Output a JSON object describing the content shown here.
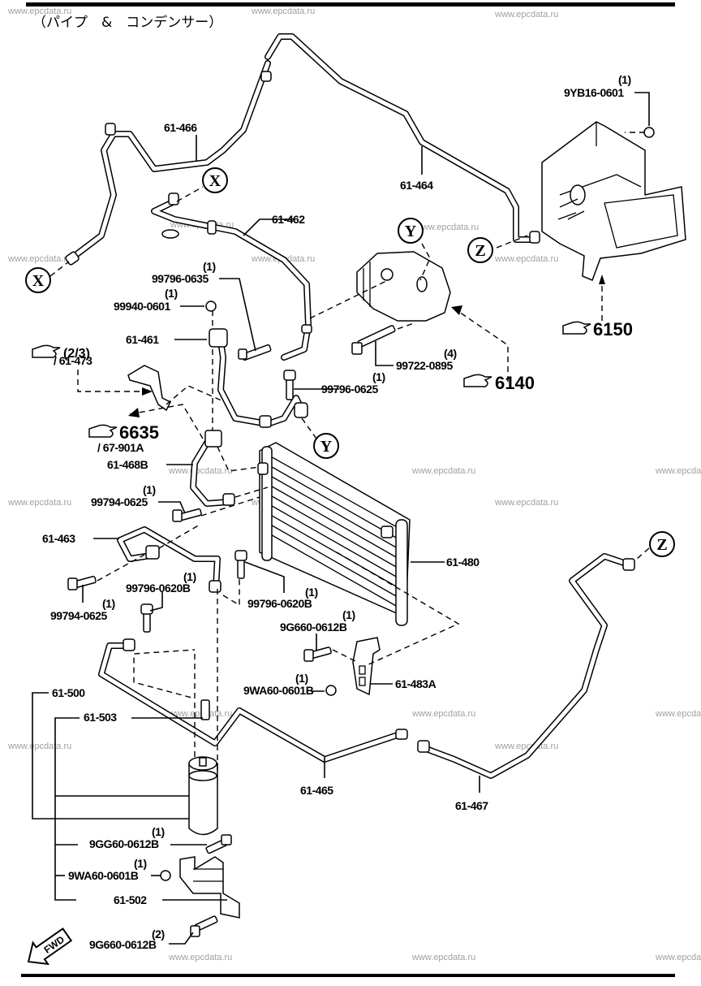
{
  "title": "（パイプ　&　コンデンサー）",
  "watermark": "www.epcdata.ru",
  "connectors": {
    "x": "X",
    "y": "Y",
    "z": "Z"
  },
  "references": [
    {
      "id": "ref-2-3",
      "main": "(2/3)",
      "sub": "/ 61-473"
    },
    {
      "id": "ref-6635",
      "main": "6635",
      "sub": "/ 67-901A"
    },
    {
      "id": "ref-6140",
      "main": "6140",
      "sub": ""
    },
    {
      "id": "ref-6150",
      "main": "6150",
      "sub": ""
    }
  ],
  "parts": {
    "p61_466": "61-466",
    "p61_464": "61-464",
    "p61_462": "61-462",
    "p61_461": "61-461",
    "p61_468b": "61-468B",
    "p61_463": "61-463",
    "p61_480": "61-480",
    "p61_483a": "61-483A",
    "p61_500": "61-500",
    "p61_503": "61-503",
    "p61_465": "61-465",
    "p61_467": "61-467",
    "p61_502": "61-502",
    "f9yb16": {
      "code": "9YB16-0601",
      "qty": "(1)"
    },
    "f99796_0635": {
      "code": "99796-0635",
      "qty": "(1)"
    },
    "f99940": {
      "code": "99940-0601",
      "qty": "(1)"
    },
    "f99722": {
      "code": "99722-0895",
      "qty": "(4)"
    },
    "f99796_0625": {
      "code": "99796-0625",
      "qty": "(1)"
    },
    "f99794_0625a": {
      "code": "99794-0625",
      "qty": "(1)"
    },
    "f99796_0620b_a": {
      "code": "99796-0620B",
      "qty": "(1)"
    },
    "f99794_0625b": {
      "code": "99794-0625",
      "qty": "(1)"
    },
    "f99796_0620b_b": {
      "code": "99796-0620B",
      "qty": "(1)"
    },
    "f9g660_a": {
      "code": "9G660-0612B",
      "qty": "(1)"
    },
    "f9wa60_a": {
      "code": "9WA60-0601B",
      "qty": "(1)"
    },
    "f9gg60": {
      "code": "9GG60-0612B",
      "qty": "(1)"
    },
    "f9wa60_b": {
      "code": "9WA60-0601B",
      "qty": "(1)"
    },
    "f9g660_b": {
      "code": "9G660-0612B",
      "qty": "(2)"
    }
  },
  "fwd_label": "FWD"
}
